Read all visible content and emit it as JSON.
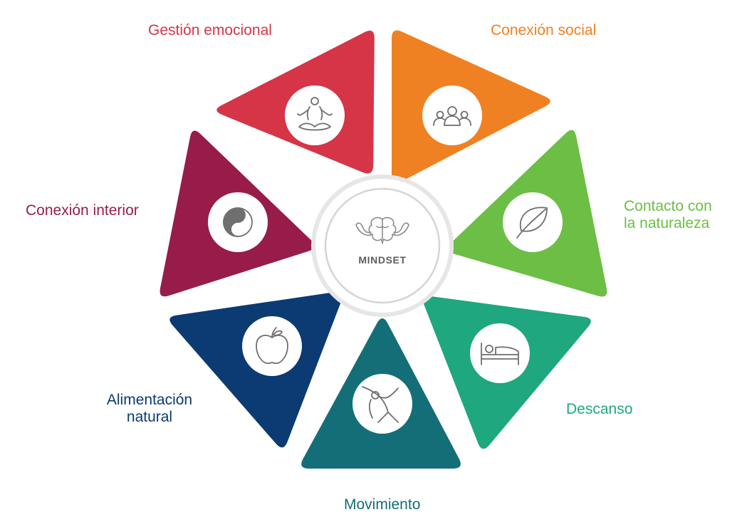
{
  "center": {
    "label": "MINDSET",
    "icon": "brain-muscles-icon"
  },
  "segments": [
    {
      "id": "gestion-emocional",
      "label_lines": [
        "Gestión emocional"
      ],
      "color": "#D63447",
      "icon": "meditation-icon"
    },
    {
      "id": "conexion-social",
      "label_lines": [
        "Conexión social"
      ],
      "color": "#F08122",
      "icon": "people-group-icon"
    },
    {
      "id": "contacto-naturaleza",
      "label_lines": [
        "Contacto con",
        "la naturaleza"
      ],
      "color": "#6CBE45",
      "icon": "leaf-icon"
    },
    {
      "id": "descanso",
      "label_lines": [
        "Descanso"
      ],
      "color": "#1FA77F",
      "icon": "bed-icon"
    },
    {
      "id": "movimiento",
      "label_lines": [
        "Movimiento"
      ],
      "color": "#146E78",
      "icon": "stretching-person-icon"
    },
    {
      "id": "alimentacion-natural",
      "label_lines": [
        "Alimentación",
        "natural"
      ],
      "color": "#0C3A72",
      "icon": "apple-icon"
    },
    {
      "id": "conexion-interior",
      "label_lines": [
        "Conexión interior"
      ],
      "color": "#971C4A",
      "icon": "yin-yang-icon"
    }
  ]
}
